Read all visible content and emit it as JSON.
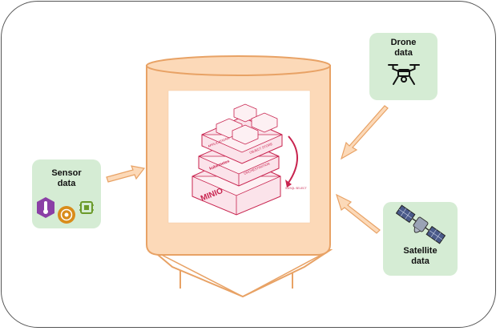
{
  "cards": {
    "drone": {
      "line1": "Drone",
      "line2": "data",
      "icon": "drone-icon"
    },
    "sensor": {
      "line1": "Sensor",
      "line2": "data",
      "icons": [
        "thermometer-hexagon-icon",
        "signal-circle-icon",
        "sensor-chip-icon"
      ]
    },
    "satellite": {
      "line1": "Satellite",
      "line2": "data",
      "icon": "satellite-icon"
    }
  },
  "silo": {
    "fill": "#fcd9b8",
    "stroke": "#e8a265",
    "stack_labels": {
      "applications": "APPLICATIONS",
      "kubernetes": "kubernetes",
      "orchestration": "ORCHESTRATION",
      "object_store": "OBJECT STORE",
      "minio": "MINIO",
      "s3": "S3/SQL SELECT"
    }
  },
  "colors": {
    "card_bg": "#d5ecd4",
    "arrow_fill": "#fcd9b8",
    "arrow_stroke": "#e8a265",
    "stack_accent": "#c8244f"
  }
}
